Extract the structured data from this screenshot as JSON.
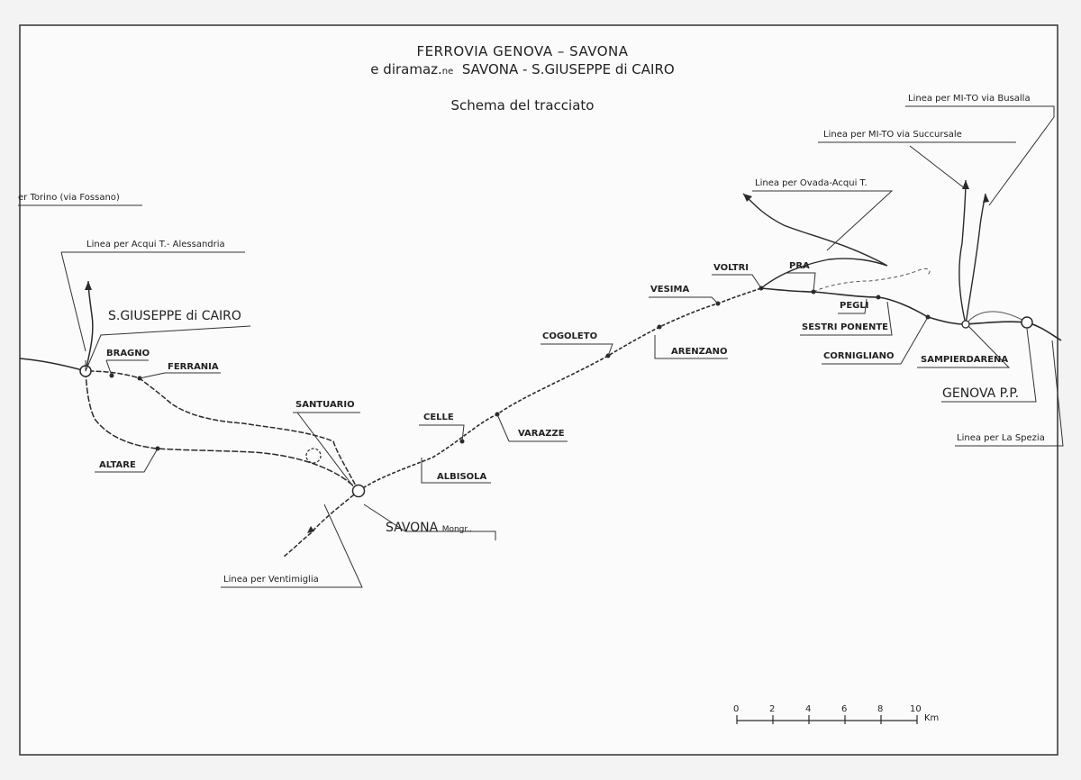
{
  "title": {
    "line1": "FERROVIA GENOVA – SAVONA",
    "line2_prefix": "e diramaz.",
    "line2_small": "ne",
    "line2_rest": "SAVONA - S.GIUSEPPE di CAIRO",
    "subtitle": "Schema del tracciato"
  },
  "stations": {
    "sgiuseppe": "S.GIUSEPPE di CAIRO",
    "bragno": "BRAGNO",
    "ferrania": "FERRANIA",
    "santuario": "SANTUARIO",
    "altare": "ALTARE",
    "savona": "SAVONA",
    "savona_suffix": "Mongr..",
    "celle": "CELLE",
    "albisola": "ALBISOLA",
    "varazze": "VARAZZE",
    "cogoleto": "COGOLETO",
    "arenzano": "ARENZANO",
    "vesima": "VESIMA",
    "voltri": "VOLTRI",
    "pra": "PRA",
    "pegli": "PEGLI",
    "sestri": "SESTRI PONENTE",
    "cornigliano": "CORNIGLIANO",
    "sampierdarena": "SAMPIERDARENA",
    "genova": "GENOVA P.P."
  },
  "lines": {
    "torino": "er Torino (via Fossano)",
    "acqui_alessandria": "Linea per Acqui T.- Alessandria",
    "ventimiglia": "Linea per Ventimiglia",
    "ovada": "Linea per Ovada-Acqui T.",
    "mito_succursale": "Linea per MI-TO via Succursale",
    "mito_busalla": "Linea per MI-TO via Busalla",
    "la_spezia": "Linea per La Spezia"
  },
  "scale": {
    "ticks": [
      "0",
      "2",
      "4",
      "6",
      "8",
      "10"
    ],
    "unit": "Km"
  },
  "colors": {
    "ink": "#2a2a2a",
    "paper": "#f3f3f3"
  }
}
